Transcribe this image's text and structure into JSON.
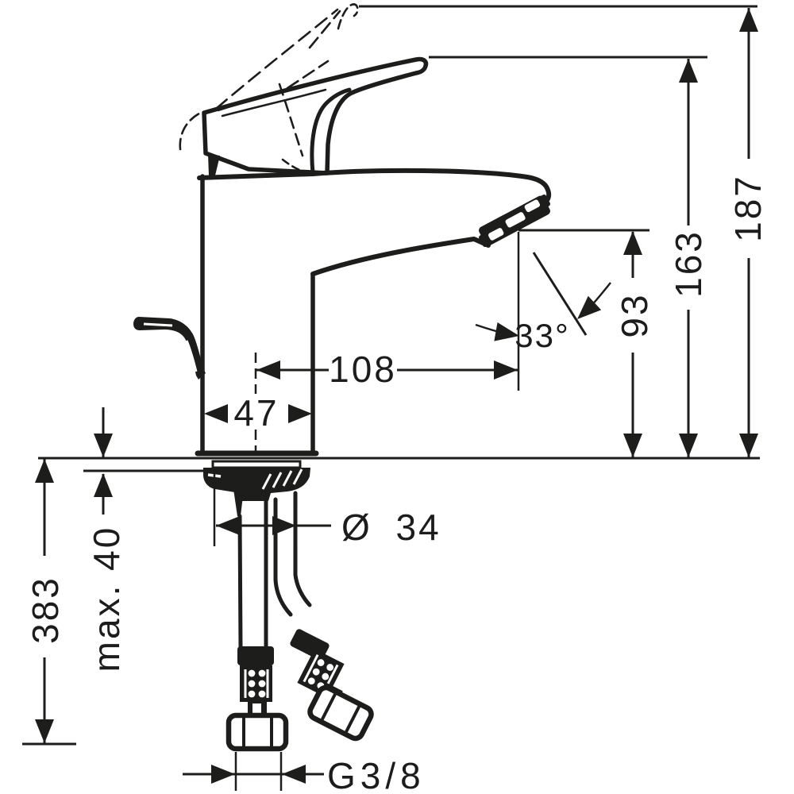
{
  "dimensions": {
    "total_height": "187",
    "handle_height": "163",
    "spout_height": "93",
    "spray_angle": "33°",
    "spout_reach": "108",
    "body_width": "47",
    "shank_diameter": "Ø 34",
    "max_mounting_depth": "max. 40",
    "hose_length": "383",
    "connection_thread": "G3/8"
  },
  "colors": {
    "line": "#1d1d1b",
    "background": "#ffffff"
  }
}
